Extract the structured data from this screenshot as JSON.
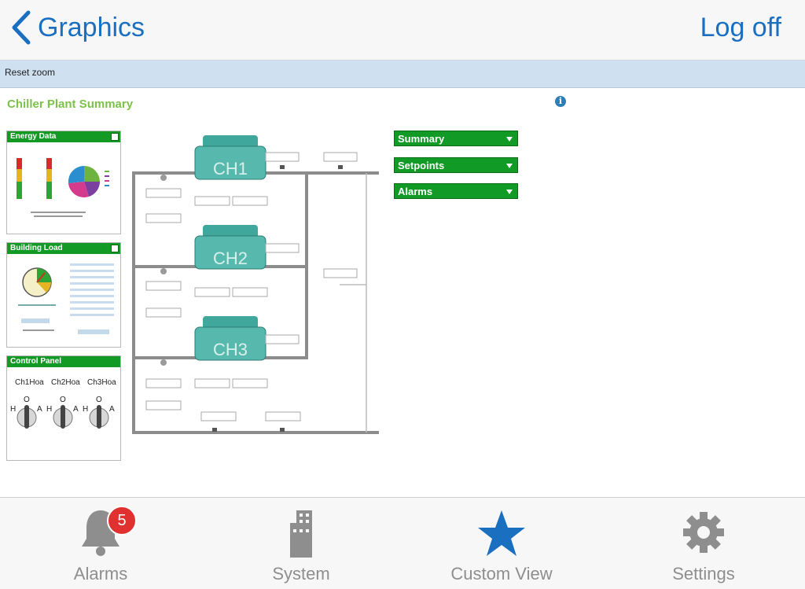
{
  "header": {
    "back_label": "Graphics",
    "logoff_label": "Log off"
  },
  "zoom": {
    "reset_label": "Reset zoom"
  },
  "main": {
    "title": "Chiller Plant Summary",
    "panels": {
      "energy": "Energy Data",
      "building": "Building Load",
      "control": "Control Panel"
    },
    "control_labels": [
      "Ch1Hoa",
      "Ch2Hoa",
      "Ch3Hoa"
    ],
    "knob_letters": {
      "hand": "H",
      "off": "O",
      "auto": "A"
    },
    "chillers": [
      "CH1",
      "CH2",
      "CH3"
    ],
    "dropdowns": [
      "Summary",
      "Setpoints",
      "Alarms"
    ]
  },
  "tabbar": {
    "alarms": "Alarms",
    "alarms_badge": "5",
    "system": "System",
    "custom": "Custom View",
    "settings": "Settings"
  },
  "colors": {
    "accent": "#1a6fc1",
    "panel_green": "#139a25",
    "chiller_teal": "#3fa79c",
    "title_green": "#7cc24a"
  }
}
